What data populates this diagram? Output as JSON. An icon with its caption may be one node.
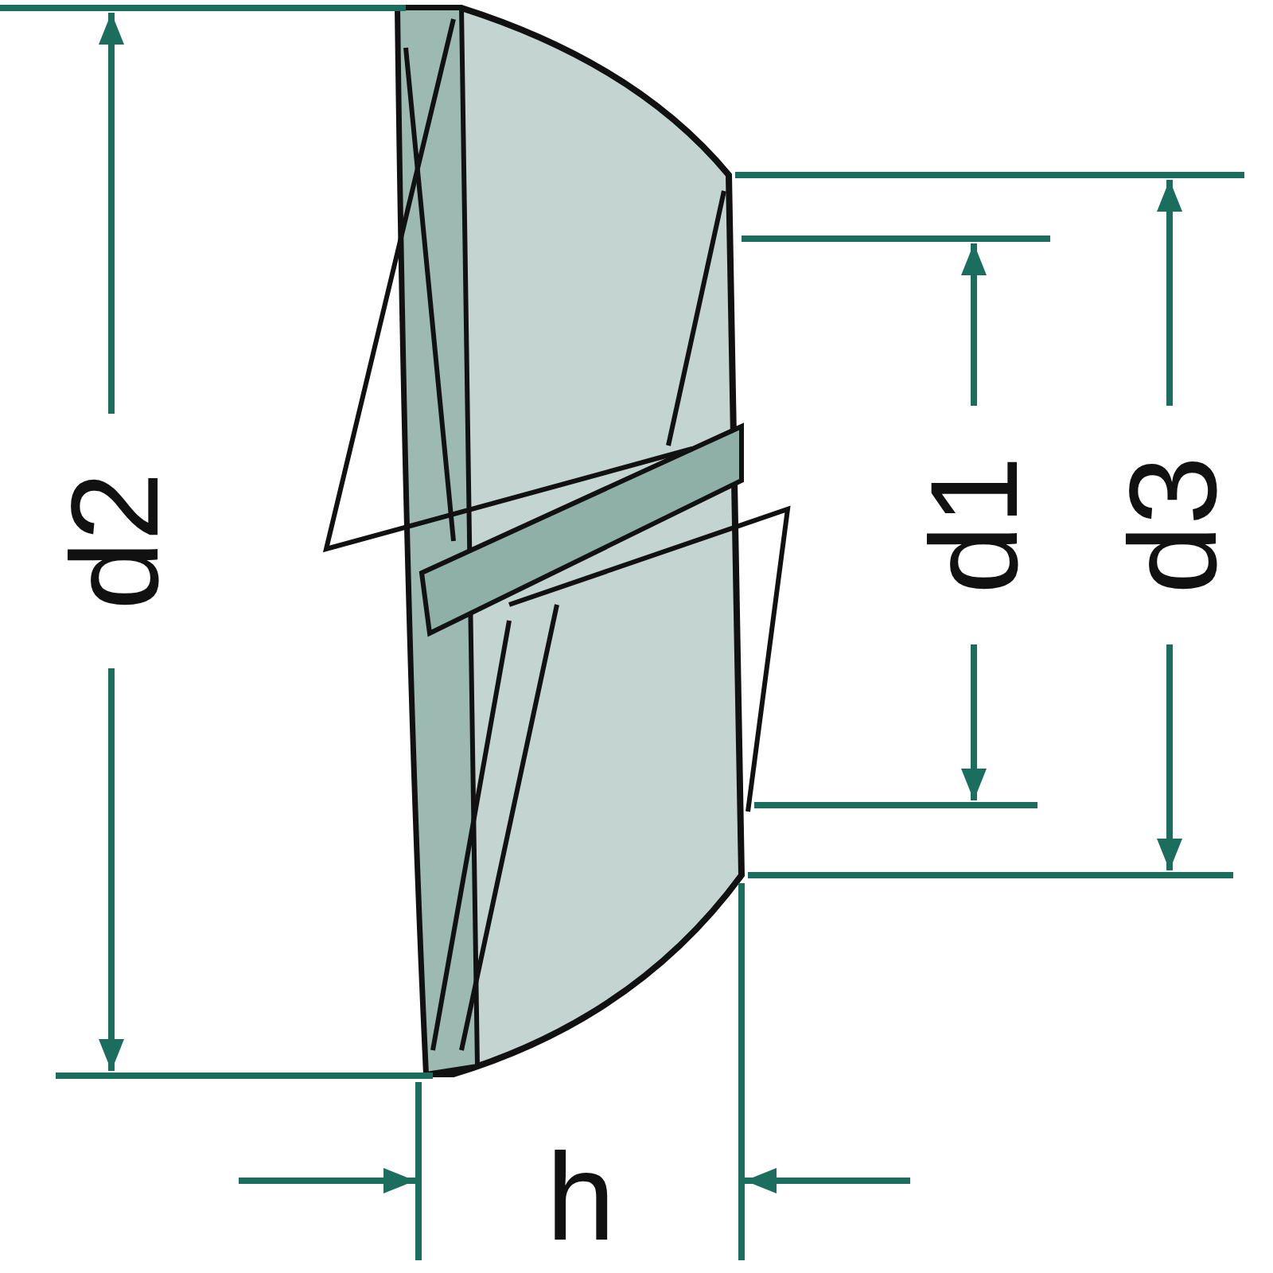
{
  "diagram": {
    "labels": [
      "d2",
      "d1",
      "d3",
      "h"
    ]
  }
}
